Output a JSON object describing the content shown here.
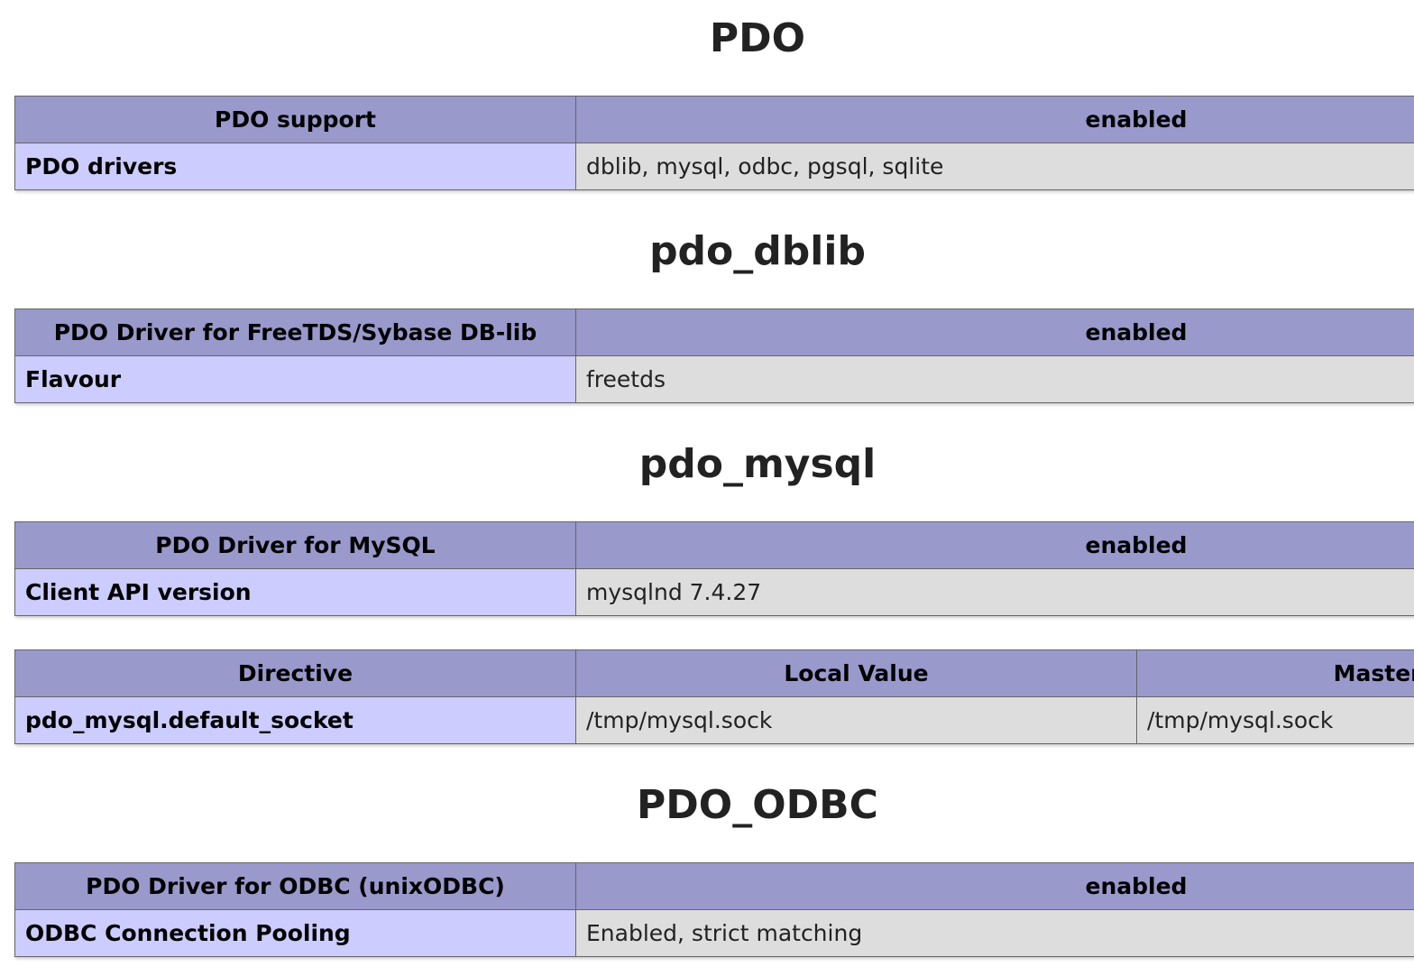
{
  "sections": [
    {
      "title": "PDO",
      "tables": [
        {
          "header": [
            "PDO support",
            "enabled"
          ],
          "rows": [
            [
              "PDO drivers",
              "dblib, mysql, odbc, pgsql, sqlite"
            ]
          ]
        }
      ]
    },
    {
      "title": "pdo_dblib",
      "tables": [
        {
          "header": [
            "PDO Driver for FreeTDS/Sybase DB-lib",
            "enabled"
          ],
          "rows": [
            [
              "Flavour",
              "freetds"
            ]
          ]
        }
      ]
    },
    {
      "title": "pdo_mysql",
      "tables": [
        {
          "header": [
            "PDO Driver for MySQL",
            "enabled"
          ],
          "rows": [
            [
              "Client API version",
              "mysqlnd 7.4.27"
            ]
          ]
        },
        {
          "header": [
            "Directive",
            "Local Value",
            "Master Value"
          ],
          "rows": [
            [
              "pdo_mysql.default_socket",
              "/tmp/mysql.sock",
              "/tmp/mysql.sock"
            ]
          ]
        }
      ]
    },
    {
      "title": "PDO_ODBC",
      "tables": [
        {
          "header": [
            "PDO Driver for ODBC (unixODBC)",
            "enabled"
          ],
          "rows": [
            [
              "ODBC Connection Pooling",
              "Enabled, strict matching"
            ]
          ]
        }
      ]
    }
  ]
}
